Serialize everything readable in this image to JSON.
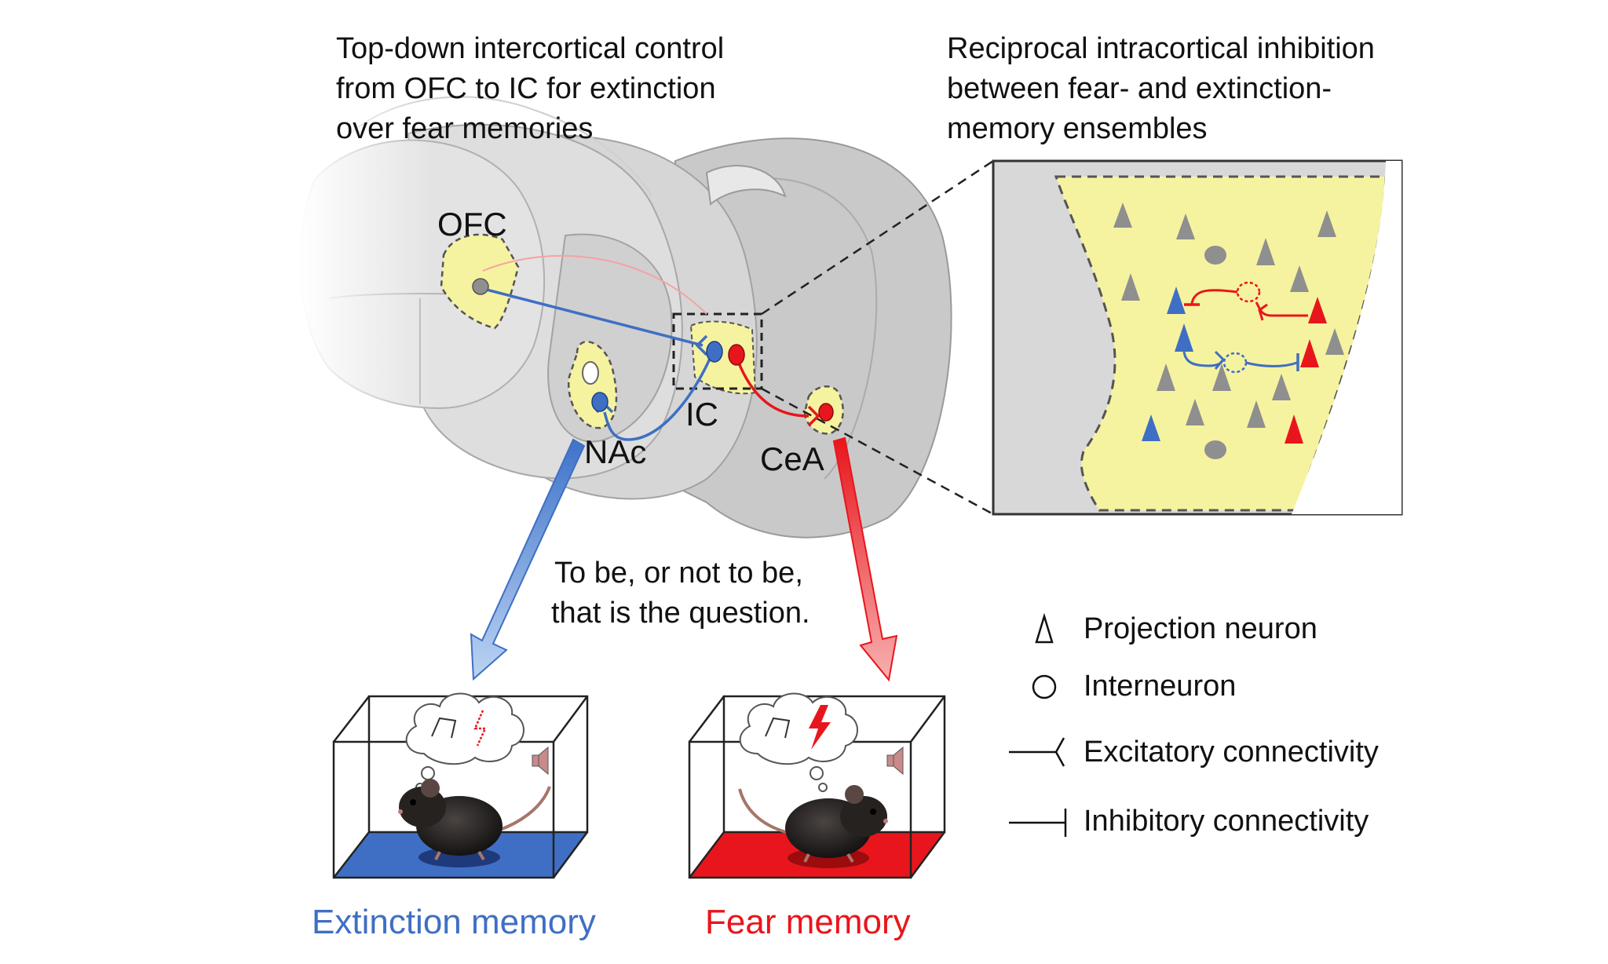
{
  "titles": {
    "left": [
      "Top-down intercortical control",
      "from OFC to IC for extinction",
      "over fear memories"
    ],
    "right": [
      "Reciprocal intracortical inhibition",
      "between fear- and extinction-",
      "memory ensembles"
    ]
  },
  "regions": {
    "ofc": "OFC",
    "nac": "NAc",
    "ic": "IC",
    "cea": "CeA"
  },
  "quote": [
    "To be, or not to be,",
    "that is the question."
  ],
  "legend": {
    "projection_neuron": "Projection neuron",
    "interneuron": "Interneuron",
    "excitatory": "Excitatory connectivity",
    "inhibitory": "Inhibitory connectivity"
  },
  "outcomes": {
    "extinction": "Extinction memory",
    "fear": "Fear memory"
  },
  "colors": {
    "extinction_blue": "#3f6fc4",
    "fear_red": "#e8161c",
    "region_yellow": "#f6f3a0",
    "brain_gray": "#d2d2d2",
    "neuron_gray": "#8f8f8f"
  }
}
